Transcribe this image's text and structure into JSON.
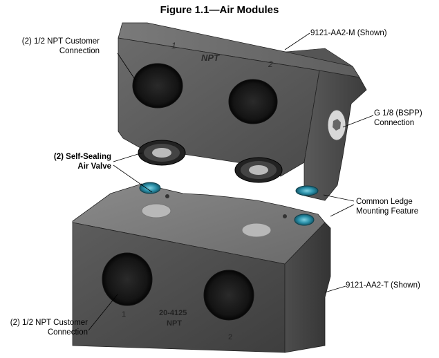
{
  "figure": {
    "title": "Figure 1.1—Air Modules",
    "callouts": {
      "npt_top_line1": "(2) 1/2 NPT Customer",
      "npt_top_line2": "Connection",
      "part_m": "9121-AA2-M (Shown)",
      "bspp_line1": "G 1/8 (BSPP)",
      "bspp_line2": "Connection",
      "valve_line1": "(2) Self-Sealing",
      "valve_line2": "Air Valve",
      "ledge_line1": "Common Ledge",
      "ledge_line2": "Mounting Feature",
      "part_t": "9121-AA2-T (Shown)",
      "npt_bottom_line1": "(2) 1/2 NPT Customer",
      "npt_bottom_line2": "Connection"
    },
    "engravings": {
      "top_port_1": "1",
      "top_npt": "NPT",
      "top_port_2": "2",
      "bottom_part_no": "20-4125",
      "bottom_npt": "NPT",
      "bottom_port_1": "1",
      "bottom_port_2": "2"
    }
  }
}
